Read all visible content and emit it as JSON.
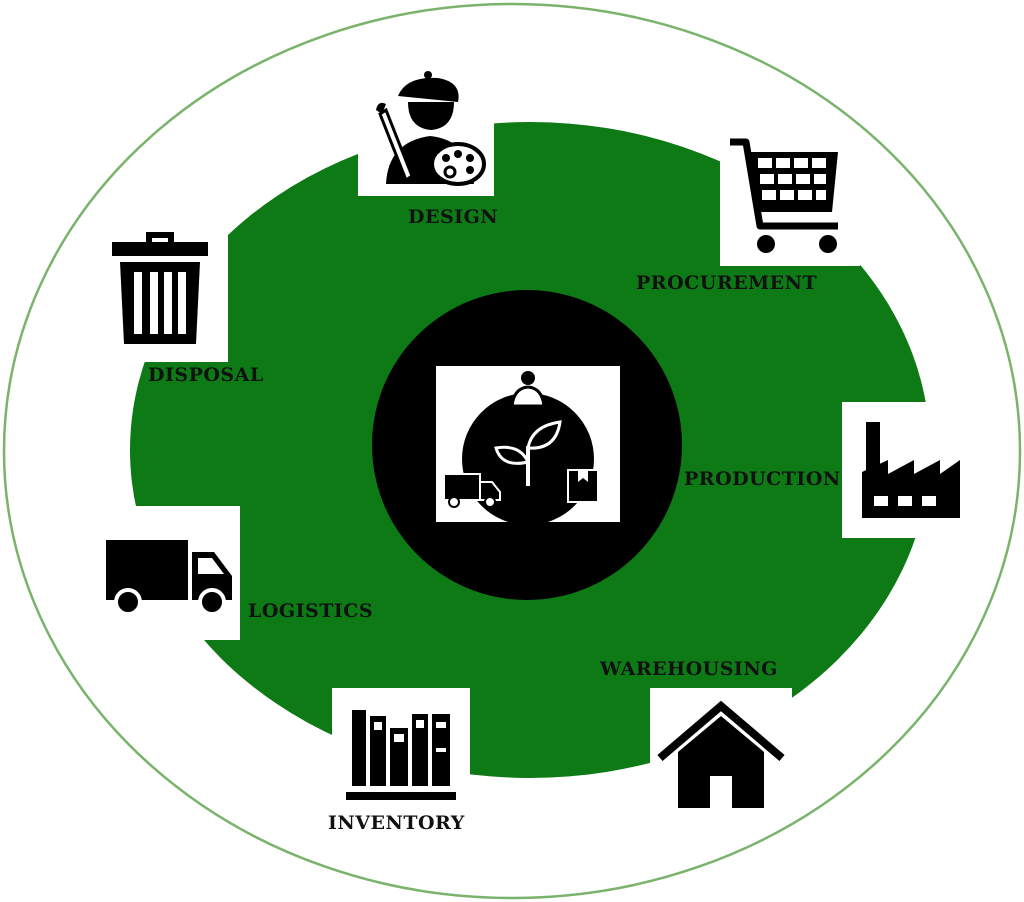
{
  "diagram": {
    "center_icon": "sustainable-supply-chain-icon",
    "colors": {
      "ring_fill": "#0d7a16",
      "outer_stroke": "#7ab36b",
      "hub": "#000000",
      "text": "#111111"
    },
    "stages": [
      {
        "id": "design",
        "label": "DESIGN",
        "icon": "artist-icon"
      },
      {
        "id": "procurement",
        "label": "PROCUREMENT",
        "icon": "shopping-cart-icon"
      },
      {
        "id": "production",
        "label": "PRODUCTION",
        "icon": "factory-icon"
      },
      {
        "id": "warehousing",
        "label": "WAREHOUSING",
        "icon": "house-icon"
      },
      {
        "id": "inventory",
        "label": "INVENTORY",
        "icon": "books-icon"
      },
      {
        "id": "logistics",
        "label": "LOGISTICS",
        "icon": "truck-icon"
      },
      {
        "id": "disposal",
        "label": "DISPOSAL",
        "icon": "trash-can-icon"
      }
    ]
  }
}
